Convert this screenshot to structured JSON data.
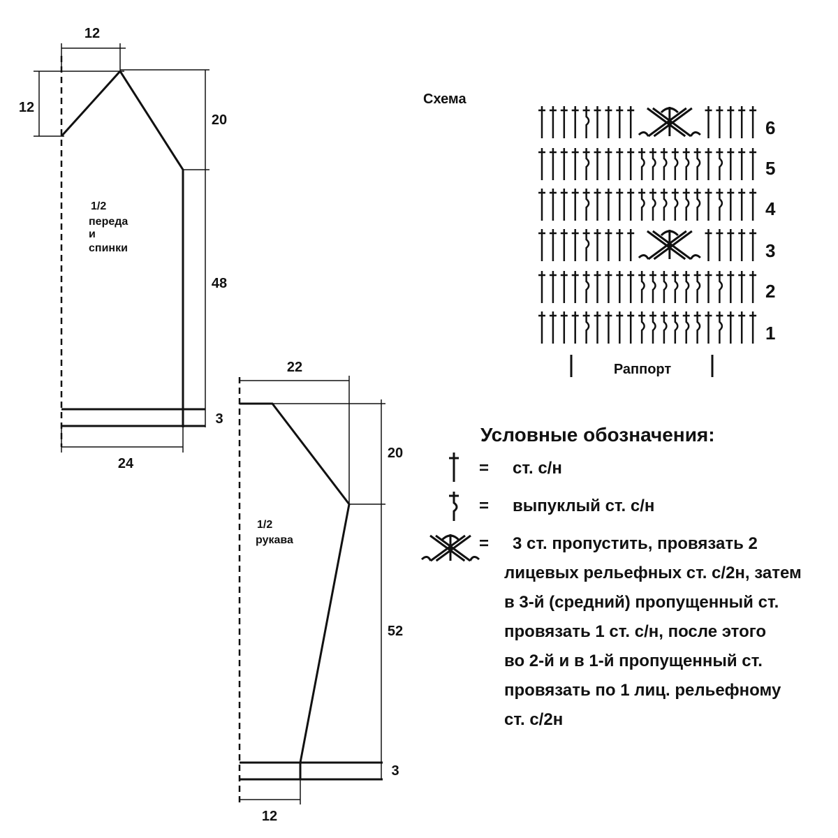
{
  "body_pattern": {
    "label_lines": [
      "1/2",
      "переда",
      "и",
      "спинки"
    ],
    "dims": {
      "neck_width": "12",
      "shoulder_drop": "12",
      "raglan_depth": "20",
      "side_length": "48",
      "hem_band": "3",
      "half_width": "24"
    }
  },
  "sleeve_pattern": {
    "label_lines": [
      "1/2",
      "рукава"
    ],
    "dims": {
      "top_width": "22",
      "raglan_depth": "20",
      "length": "52",
      "cuff_band": "3",
      "cuff_width": "12"
    }
  },
  "scheme": {
    "title": "Схема",
    "row_numbers": [
      "6",
      "5",
      "4",
      "3",
      "2",
      "1"
    ],
    "repeat_label": "Раппорт"
  },
  "legend": {
    "title": "Условные обозначения:",
    "items": [
      {
        "symbol": "dc-icon",
        "eq": "=",
        "text_lines": [
          "ст. с/н"
        ]
      },
      {
        "symbol": "raised-dc-icon",
        "eq": "=",
        "text_lines": [
          "выпуклый ст. с/н"
        ]
      },
      {
        "symbol": "cross-cable-icon",
        "eq": "=",
        "text_lines": [
          "3 ст. пропустить, провязать 2",
          "лицевых рельефных ст. с/2н, затем",
          "в 3-й (средний) пропущенный ст.",
          "провязать 1 ст. с/н, после этого",
          "во 2-й и в 1-й пропущенный ст.",
          "провязать по 1 лиц. рельефному",
          "ст. с/2н"
        ]
      }
    ]
  },
  "colors": {
    "ink": "#111111",
    "background": "#ffffff"
  }
}
